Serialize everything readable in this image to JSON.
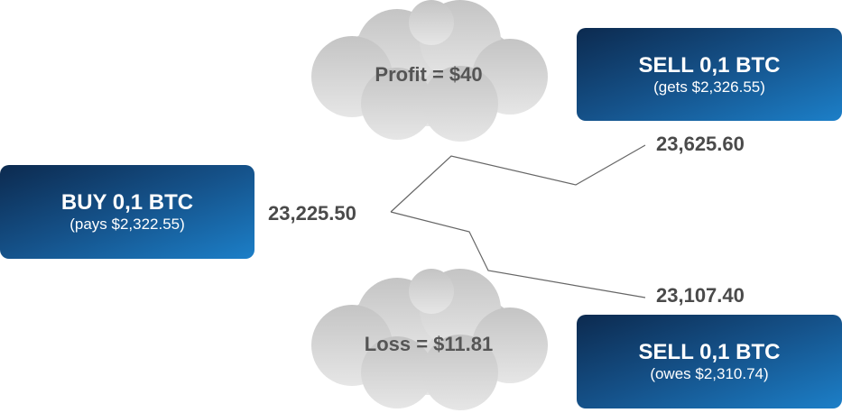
{
  "buy": {
    "title": "BUY 0,1 BTC",
    "subtitle": "(pays $2,322.55)",
    "price": "23,225.50"
  },
  "sell_up": {
    "title": "SELL 0,1 BTC",
    "subtitle": "(gets $2,326.55)",
    "price": "23,625.60"
  },
  "sell_down": {
    "title": "SELL 0,1 BTC",
    "subtitle": "(owes $2,310.74)",
    "price": "23,107.40"
  },
  "profit": "Profit = $40",
  "loss": "Loss = $11.81",
  "colors": {
    "box_dark": "#0c2a4f",
    "box_light": "#1c7fc8",
    "cloud": "#d6d6d6",
    "text": "#4a4a4a"
  }
}
